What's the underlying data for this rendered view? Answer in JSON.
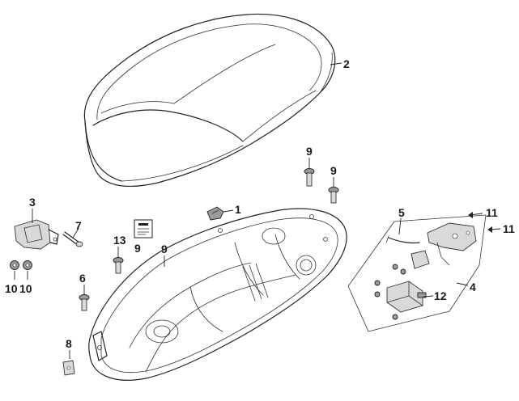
{
  "callouts": [
    {
      "id": "2",
      "text": "2"
    },
    {
      "id": "1",
      "text": "1"
    },
    {
      "id": "3",
      "text": "3"
    },
    {
      "id": "7",
      "text": "7"
    },
    {
      "id": "13",
      "text": "13"
    },
    {
      "id": "6",
      "text": "6"
    },
    {
      "id": "9a",
      "text": "9"
    },
    {
      "id": "9b",
      "text": "9"
    },
    {
      "id": "9c",
      "text": "9"
    },
    {
      "id": "9d",
      "text": "9"
    },
    {
      "id": "10a",
      "text": "10"
    },
    {
      "id": "10b",
      "text": "10"
    },
    {
      "id": "8",
      "text": "8"
    },
    {
      "id": "5",
      "text": "5"
    },
    {
      "id": "4",
      "text": "4"
    },
    {
      "id": "11a",
      "text": "11"
    },
    {
      "id": "11b",
      "text": "11"
    },
    {
      "id": "12",
      "text": "12"
    }
  ],
  "parts": {
    "seat": "seat-icon",
    "helmet_box": "helmet-box-icon",
    "seat_hinge_bracket": "hinge-bracket-icon",
    "seat_lock_assembly": "seat-lock-icon",
    "bolt": "bolt-icon",
    "nut": "nut-icon",
    "clip_nut": "clip-nut-icon",
    "caution_label": "label-icon",
    "clip": "clip-icon"
  }
}
